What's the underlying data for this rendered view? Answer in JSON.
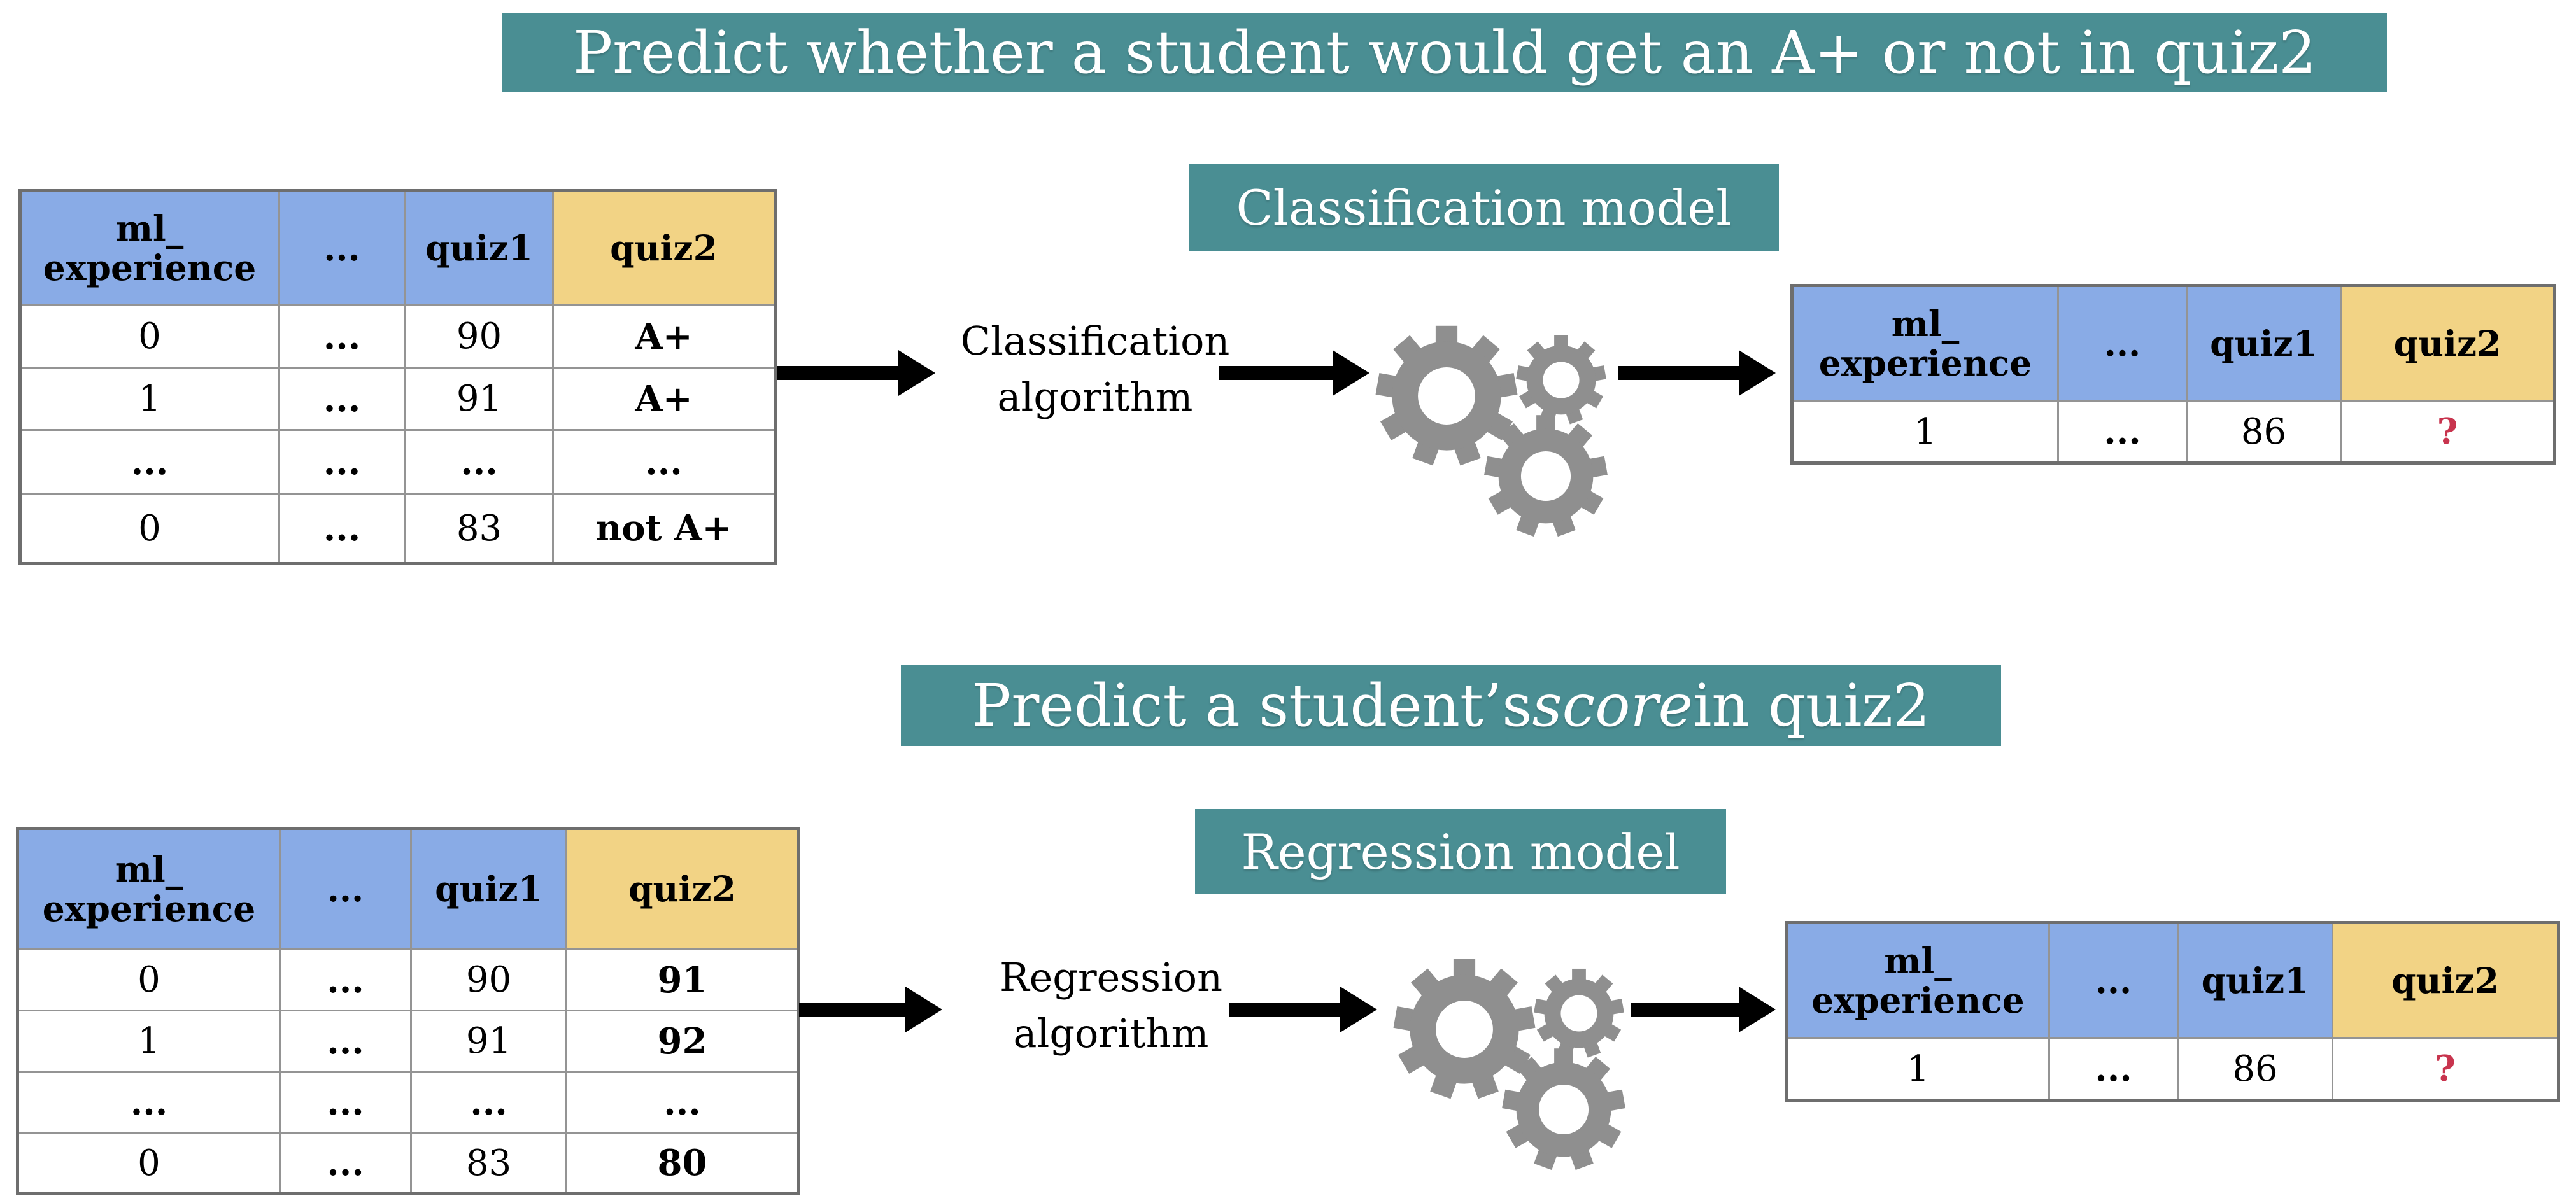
{
  "colors": {
    "banner_teal": "#4A8E93",
    "header_blue": "#89ABE6",
    "header_yellow": "#F2D385",
    "question_red": "#C8344E",
    "gear_gray": "#8F8F8F",
    "arrow_black": "#000000",
    "table_border_gray": "#949494"
  },
  "top_title": "Predict whether a student would get an A+ or not in quiz2",
  "bottom_title": {
    "prefix": "Predict a student’s ",
    "italic": "score",
    "suffix": " in quiz2"
  },
  "table_headers": {
    "col1_line1": "ml_",
    "col1_line2": "experience",
    "col2": "...",
    "col3": "quiz1",
    "col4": "quiz2"
  },
  "classification": {
    "model_banner": "Classification model",
    "algorithm_line1": "Classification",
    "algorithm_line2": "algorithm",
    "train_rows": [
      [
        "0",
        "...",
        "90",
        "A+"
      ],
      [
        "1",
        "...",
        "91",
        "A+"
      ],
      [
        "...",
        "...",
        "...",
        "..."
      ],
      [
        "0",
        "...",
        "83",
        "not A+"
      ]
    ],
    "predict_row": [
      "1",
      "...",
      "86",
      "?"
    ]
  },
  "regression": {
    "model_banner": "Regression model",
    "algorithm_line1": "Regression",
    "algorithm_line2": "algorithm",
    "train_rows": [
      [
        "0",
        "...",
        "90",
        "91"
      ],
      [
        "1",
        "...",
        "91",
        "92"
      ],
      [
        "...",
        "...",
        "...",
        "..."
      ],
      [
        "0",
        "...",
        "83",
        "80"
      ]
    ],
    "predict_row": [
      "1",
      "...",
      "86",
      "?"
    ]
  }
}
